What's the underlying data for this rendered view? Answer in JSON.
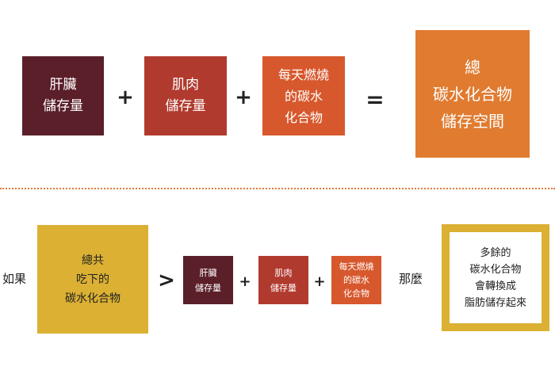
{
  "top_row": {
    "liver": [
      "肝臟",
      "儲存量"
    ],
    "muscle": [
      "肌肉",
      "儲存量"
    ],
    "burned": [
      "每天燃燒",
      "的碳水",
      "化合物"
    ],
    "plus": "+",
    "equals": "=",
    "total": [
      "總",
      "碳水化合物",
      "儲存空間"
    ]
  },
  "bottom_row": {
    "if_label": "如果",
    "eaten_total": [
      "總共",
      "吃下的",
      "碳水化合物"
    ],
    "greater_than": ">",
    "liver": [
      "肝臟",
      "儲存量"
    ],
    "muscle": [
      "肌肉",
      "儲存量"
    ],
    "burned": [
      "每天燃燒",
      "的碳水",
      "化合物"
    ],
    "plus": "+",
    "then_label": "那麼",
    "result": [
      "多餘的",
      "碳水化合物",
      "會轉換成",
      "脂肪儲存起來"
    ]
  },
  "colors": {
    "liver": "#5b1f2a",
    "muscle": "#b13a2e",
    "burned": "#d7582d",
    "total": "#e07b30",
    "eaten": "#dbb033",
    "divider": "#e07b39"
  }
}
